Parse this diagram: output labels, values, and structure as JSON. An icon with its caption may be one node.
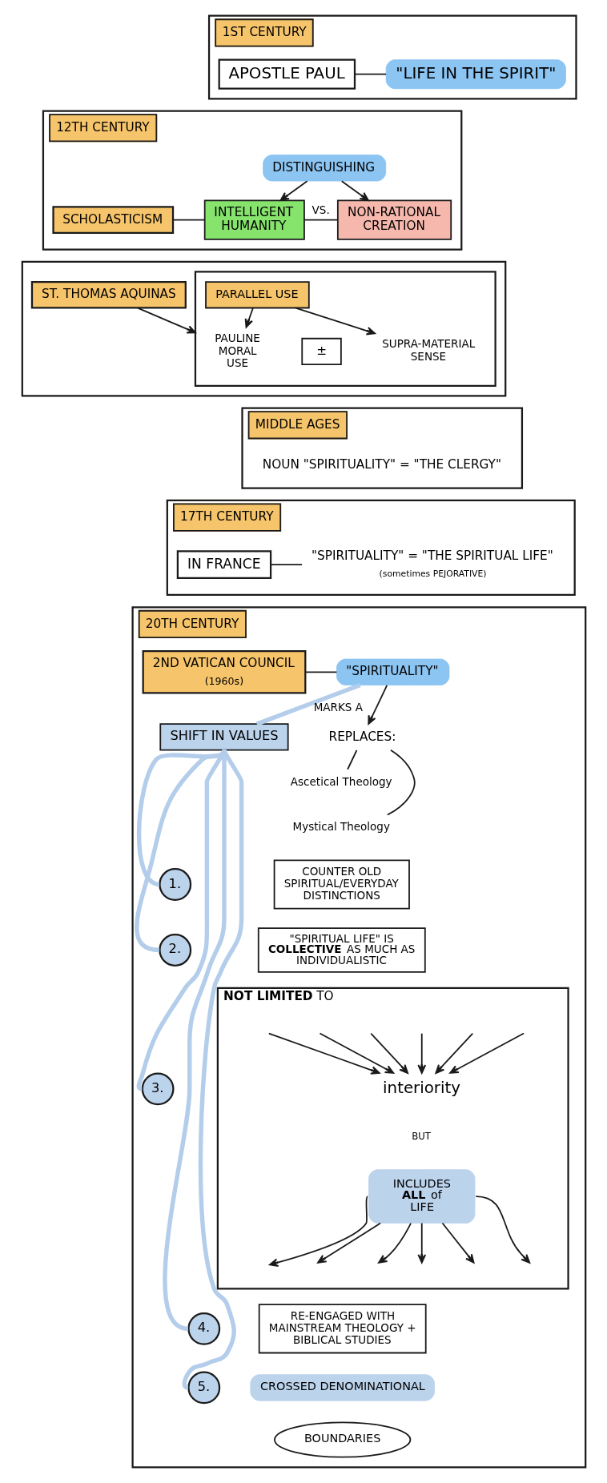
{
  "diagram": {
    "nodes": [
      {
        "text": [
          "1ST CENTURY"
        ]
      },
      {
        "text": [
          "APOSTLE PAUL"
        ],
        "in": 0
      },
      {
        "text": [
          "\"LIFE IN THE SPIRIT\""
        ],
        "in": 0
      },
      {
        "text": [
          "12TH CENTURY"
        ]
      },
      {
        "text": [
          "SCHOLASTICISM"
        ],
        "in": 3
      },
      {
        "text": [
          "DISTINGUISHING"
        ],
        "in": 3
      },
      {
        "text": [
          "INTELLIGENT HUMANITY"
        ],
        "in": 3
      },
      {
        "text": [
          "NON-RATIONAL CREATION"
        ],
        "in": 3
      },
      {
        "text": [],
        "shape": "box"
      },
      {
        "text": [
          "ST. THOMAS AQUINAS"
        ],
        "in": 8
      },
      {
        "text": [],
        "shape": "box",
        "in": 8
      },
      {
        "text": [
          "PARALLEL USE"
        ],
        "in": 10
      },
      {
        "text": [
          "PAULINE MORAL USE"
        ],
        "in": 10
      },
      {
        "text": [
          "±"
        ],
        "in": 10
      },
      {
        "text": [
          "SUPRA-MATERIAL SENSE"
        ],
        "in": 10
      },
      {
        "text": [
          "MIDDLE AGES"
        ]
      },
      {
        "text": [
          "NOUN \"SPIRITUALITY\" = \"THE CLERGY\""
        ],
        "in": 15
      },
      {
        "text": [
          "17TH CENTURY"
        ]
      },
      {
        "text": [
          "IN FRANCE"
        ],
        "in": 17
      },
      {
        "text": [
          "\"SPIRITUALITY\" = \"THE SPIRITUAL LIFE\"",
          "(sometimes PEJORATIVE)"
        ],
        "in": 17
      },
      {
        "text": [
          "20TH CENTURY"
        ]
      },
      {
        "text": [
          "2ND VATICAN COUNCIL",
          "(1960s)"
        ],
        "in": 20
      },
      {
        "text": [
          "\"SPIRITUALITY\""
        ],
        "in": 20
      },
      {
        "text": [
          "REPLACES:"
        ],
        "in": 20
      },
      {
        "text": [
          "Ascetical Theology"
        ],
        "in": 20
      },
      {
        "text": [
          "Mystical Theology"
        ],
        "in": 20
      },
      {
        "text": [
          "SHIFT IN VALUES"
        ],
        "in": 20
      },
      {
        "text": [
          "1."
        ],
        "in": 20
      },
      {
        "text": [
          "COUNTER OLD SPIRITUAL/EVERYDAY DISTINCTIONS"
        ],
        "in": 20
      },
      {
        "text": [
          "2."
        ],
        "in": 20
      },
      {
        "text": [
          "\"SPIRITUAL LIFE\" IS **COLLECTIVE** AS MUCH AS INDIVIDUALISTIC"
        ],
        "in": 20
      },
      {
        "text": [
          "3."
        ],
        "in": 20
      },
      {
        "text": [
          "**NOT LIMITED** TO"
        ],
        "in": 20
      },
      {
        "text": [
          "interiority"
        ],
        "in": 32
      },
      {
        "text": [
          "BUT"
        ],
        "in": 32
      },
      {
        "text": [
          "INCLUDES **ALL** of LIFE"
        ],
        "in": 32
      },
      {
        "text": [
          "4."
        ],
        "in": 20
      },
      {
        "text": [
          "RE-ENGAGED WITH MAINSTREAM THEOLOGY + BIBLICAL STUDIES"
        ],
        "in": 20
      },
      {
        "text": [
          "5."
        ],
        "in": 20
      },
      {
        "text": [
          "CROSSED DENOMINATIONAL"
        ],
        "in": 20
      },
      {
        "text": [
          "BOUNDARIES"
        ],
        "in": 20
      }
    ],
    "edges": [
      {
        "from": 1,
        "to": 2,
        "arrow": "none"
      },
      {
        "from": 4,
        "to": 6,
        "arrow": "none"
      },
      {
        "from": 5,
        "to": 6,
        "arrow": "to"
      },
      {
        "from": 5,
        "to": 7,
        "arrow": "to"
      },
      {
        "from": 6,
        "to": 7,
        "arrow": "none",
        "label": "VS."
      },
      {
        "from": 9,
        "to": 10,
        "arrow": "to"
      },
      {
        "from": 11,
        "to": 12,
        "arrow": "to"
      },
      {
        "from": 11,
        "to": 14,
        "arrow": "to"
      },
      {
        "from": 18,
        "to": 19,
        "arrow": "none"
      },
      {
        "from": 21,
        "to": 22,
        "arrow": "none"
      },
      {
        "from": 22,
        "to": 23,
        "arrow": "to"
      },
      {
        "from": 23,
        "to": 24,
        "arrow": "none"
      },
      {
        "from": 23,
        "to": 25,
        "arrow": "none"
      },
      {
        "from": 22,
        "to": 26,
        "arrow": "none",
        "label": "MARKS A",
        "style": "thick",
        "color": "#b3cdea"
      },
      {
        "from": 26,
        "to": 27,
        "arrow": "none",
        "style": "thick",
        "color": "#b3cdea"
      },
      {
        "from": 26,
        "to": 29,
        "arrow": "none",
        "style": "thick",
        "color": "#b3cdea"
      },
      {
        "from": 26,
        "to": 31,
        "arrow": "none",
        "style": "thick",
        "color": "#b3cdea"
      },
      {
        "from": 26,
        "to": 36,
        "arrow": "none",
        "style": "thick",
        "color": "#b3cdea"
      },
      {
        "from": 26,
        "to": 38,
        "arrow": "none",
        "style": "thick",
        "color": "#b3cdea"
      },
      {
        "from": null,
        "to": 33,
        "arrow": "to"
      },
      {
        "from": null,
        "to": 33,
        "arrow": "to"
      },
      {
        "from": null,
        "to": 33,
        "arrow": "to"
      },
      {
        "from": null,
        "to": 33,
        "arrow": "to"
      },
      {
        "from": null,
        "to": 33,
        "arrow": "to"
      },
      {
        "from": null,
        "to": 33,
        "arrow": "to"
      },
      {
        "from": 35,
        "to": null,
        "arrow": "to"
      },
      {
        "from": 35,
        "to": null,
        "arrow": "to"
      },
      {
        "from": 35,
        "to": null,
        "arrow": "to"
      },
      {
        "from": 35,
        "to": null,
        "arrow": "to"
      },
      {
        "from": 35,
        "to": null,
        "arrow": "to"
      },
      {
        "from": 35,
        "to": null,
        "arrow": "to"
      }
    ]
  }
}
